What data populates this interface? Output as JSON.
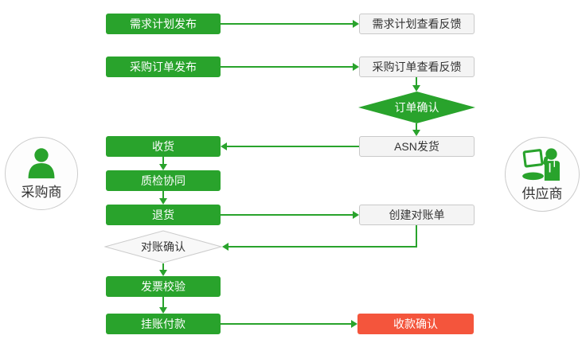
{
  "colors": {
    "green": "#29a32c",
    "red": "#f4553c",
    "gray_fill": "#f4f4f4",
    "gray_border": "#c9c9c9",
    "text_dark": "#333333",
    "text_light": "#ffffff"
  },
  "actors": {
    "buyer": {
      "label": "采购商",
      "icon": "person-icon"
    },
    "supplier": {
      "label": "供应商",
      "icon": "person-laptop-icon"
    }
  },
  "nodes": {
    "demand_plan_publish": {
      "label": "需求计划发布",
      "type": "process-green"
    },
    "demand_plan_feedback": {
      "label": "需求计划查看反馈",
      "type": "process-gray"
    },
    "po_publish": {
      "label": "采购订单发布",
      "type": "process-green"
    },
    "po_feedback": {
      "label": "采购订单查看反馈",
      "type": "process-gray"
    },
    "order_confirm": {
      "label": "订单确认",
      "type": "decision-green"
    },
    "asn_ship": {
      "label": "ASN发货",
      "type": "process-gray"
    },
    "receive": {
      "label": "收货",
      "type": "process-green"
    },
    "quality_check": {
      "label": "质检协同",
      "type": "process-green"
    },
    "return_goods": {
      "label": "退货",
      "type": "process-green"
    },
    "create_statement": {
      "label": "创建对账单",
      "type": "process-gray"
    },
    "statement_confirm": {
      "label": "对账确认",
      "type": "decision-gray"
    },
    "invoice_verify": {
      "label": "发票校验",
      "type": "process-green"
    },
    "book_payment": {
      "label": "挂账付款",
      "type": "process-green"
    },
    "payment_confirm": {
      "label": "收款确认",
      "type": "process-red"
    }
  }
}
